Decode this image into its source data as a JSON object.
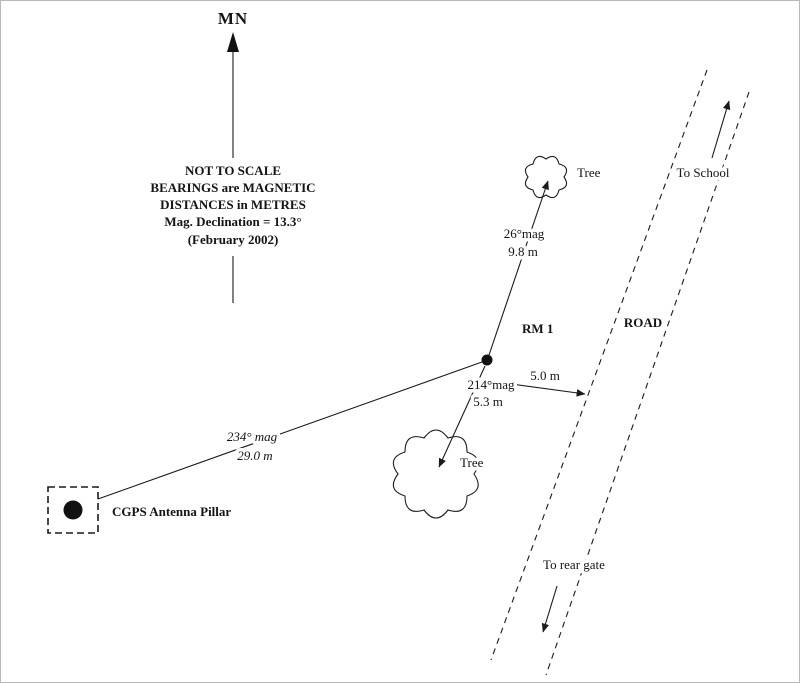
{
  "north": {
    "label": "MN"
  },
  "notes": {
    "line1": "NOT TO SCALE",
    "line2": "BEARINGS are MAGNETIC",
    "line3": "DISTANCES in METRES",
    "line4": "Mag. Declination = 13.3°",
    "line5": "(February 2002)"
  },
  "road": {
    "label": "ROAD",
    "to_school": "To School",
    "to_rear_gate": "To rear gate"
  },
  "station": {
    "rm1": "RM 1",
    "pillar": "CGPS Antenna Pillar"
  },
  "trees": {
    "north": "Tree",
    "south": "Tree"
  },
  "measurements": {
    "tree_north": {
      "bearing": "26°mag",
      "distance": "9.8 m"
    },
    "tree_south": {
      "bearing": "214°mag",
      "distance": "5.3 m"
    },
    "road_edge": {
      "distance": "5.0 m"
    },
    "pillar": {
      "bearing": "234° mag",
      "distance": "29.0 m"
    }
  }
}
